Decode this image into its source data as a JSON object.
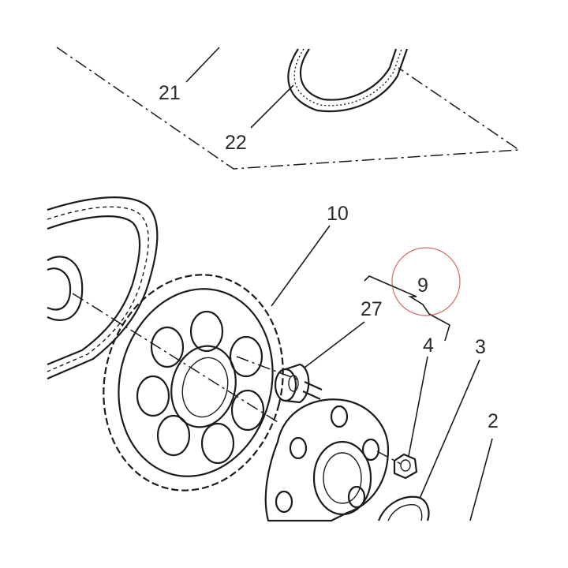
{
  "callouts": {
    "c21": "21",
    "c22": "22",
    "c10": "10",
    "c9": "9",
    "c27": "27",
    "c4": "4",
    "c3": "3",
    "c2": "2"
  },
  "colors": {
    "line": "#1c1c1c",
    "label": "#2a2a2a",
    "highlight_circle": "#c0392b",
    "background": "#ffffff"
  }
}
